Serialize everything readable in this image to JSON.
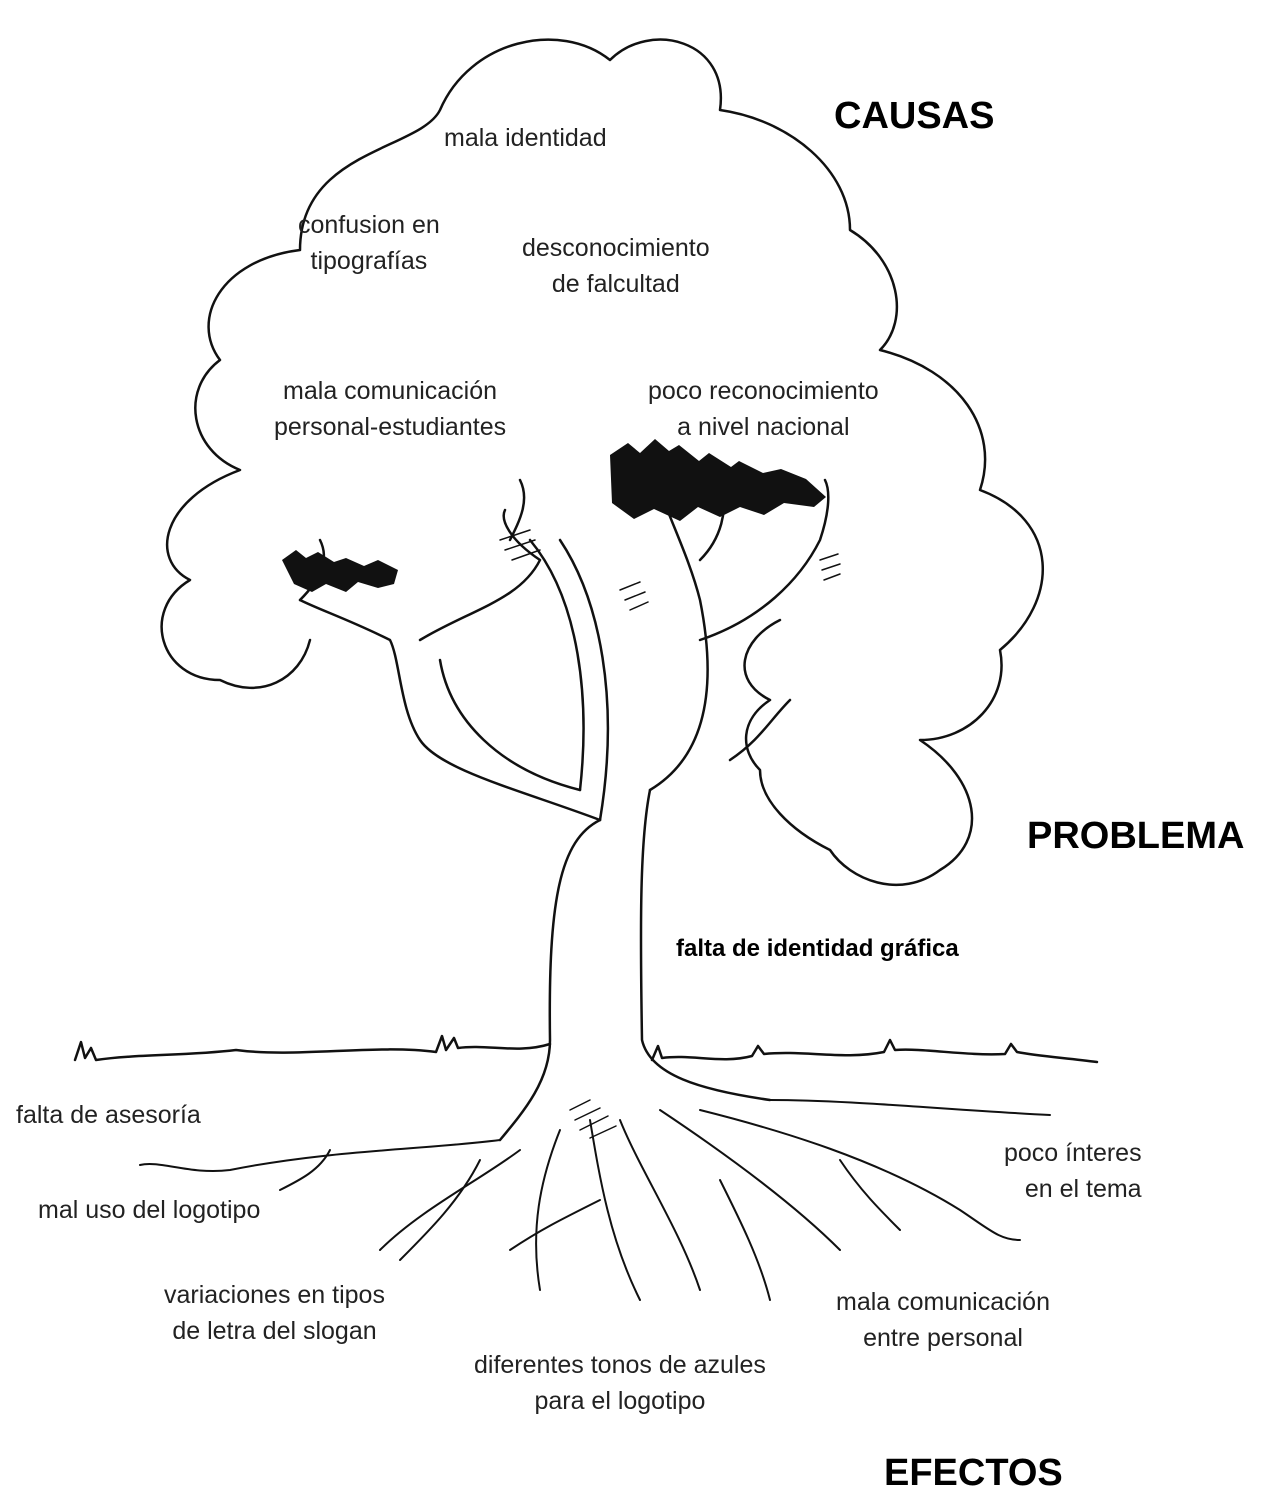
{
  "headers": {
    "causes": "CAUSAS",
    "problem": "PROBLEMA",
    "effects": "EFECTOS"
  },
  "problem_text": "falta de identidad gráfica",
  "causes": [
    {
      "lines": [
        "mala identidad"
      ]
    },
    {
      "lines": [
        "confusion en",
        "tipografías"
      ]
    },
    {
      "lines": [
        "desconocimiento",
        "de falcultad"
      ]
    },
    {
      "lines": [
        "mala comunicación",
        "personal-estudiantes"
      ]
    },
    {
      "lines": [
        "poco reconocimiento",
        "a nivel nacional"
      ]
    }
  ],
  "effects": [
    {
      "lines": [
        "falta de asesoría"
      ]
    },
    {
      "lines": [
        "mal uso del logotipo"
      ]
    },
    {
      "lines": [
        "variaciones en tipos",
        "de letra del slogan"
      ]
    },
    {
      "lines": [
        "diferentes tonos de azules",
        "para el logotipo"
      ]
    },
    {
      "lines": [
        "mala comunicación",
        "entre personal"
      ]
    },
    {
      "lines": [
        "poco ínteres",
        "en el tema"
      ]
    }
  ],
  "colors": {
    "ink": "#111111",
    "background": "#ffffff"
  },
  "illustration": "tree-with-roots"
}
